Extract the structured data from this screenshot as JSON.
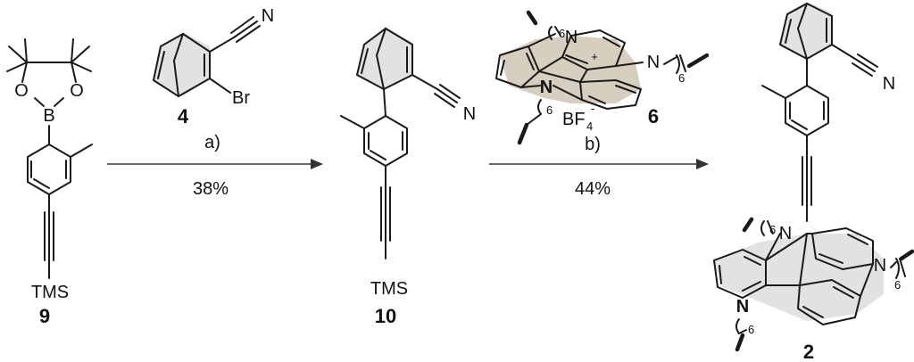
{
  "atoms": {
    "oxygen": "O",
    "boron": "B",
    "nitrogen": "N",
    "bromine": "Br",
    "tms": "TMS",
    "plus": "+",
    "six": "6",
    "tetrafluoroborate": "BF",
    "bf4_subscript": "4",
    "bf4_charge": "-"
  },
  "compounds": {
    "c9": "9",
    "c4": "4",
    "c10": "10",
    "c6": "6",
    "c2": "2"
  },
  "steps": [
    {
      "label": "a)",
      "yield": "38%"
    },
    {
      "label": "b)",
      "yield": "44%"
    }
  ],
  "colors": {
    "ink": "#1a1a1a",
    "shade": "#e2e2e2",
    "tint": "#d6cfbf"
  }
}
